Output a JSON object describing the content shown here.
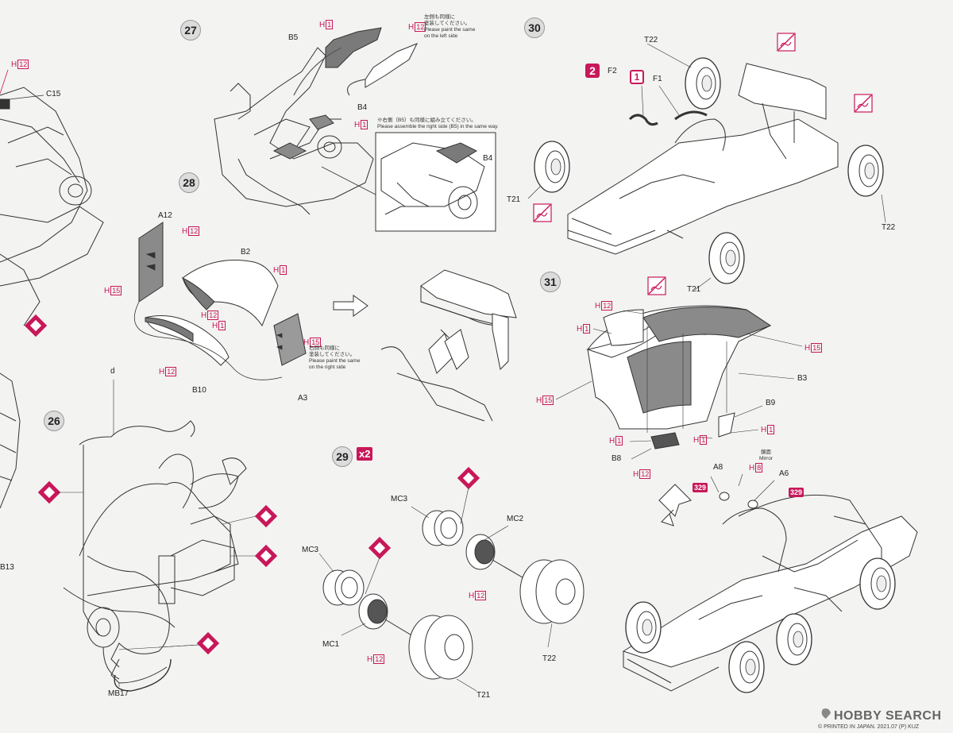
{
  "steps": {
    "s26": "26",
    "s27": "27",
    "s28": "28",
    "s29": "29",
    "s30": "30",
    "s31": "31"
  },
  "multiplier": "x2",
  "sequence": {
    "first": "1",
    "second": "2"
  },
  "parts": {
    "c15": "C15",
    "b13": "B13",
    "d": "d",
    "mb17": "MB17",
    "b5": "B5",
    "b4_main": "B4",
    "b4_inset": "B4",
    "a12": "A12",
    "b2": "B2",
    "b10": "B10",
    "a3": "A3",
    "mc3_top": "MC3",
    "mc2": "MC2",
    "mc3_left": "MC3",
    "mc1": "MC1",
    "t22_29": "T22",
    "t21_29": "T21",
    "f2": "F2",
    "f1": "F1",
    "t22_top": "T22",
    "t22_right": "T22",
    "t21_left": "T21",
    "t21_bottom": "T21",
    "b3": "B3",
    "b9": "B9",
    "b8": "B8",
    "a8": "A8",
    "a6": "A6"
  },
  "paint": {
    "h12_s26": "12",
    "h1_b5": "1",
    "h12_b5": "12",
    "h1_b4": "1",
    "h12_a12": "12",
    "h1_b2": "1",
    "h15_left": "15",
    "h12_mid": "12",
    "h1_mid": "1",
    "h12_b10": "12",
    "h15_a3": "15",
    "h12_mc2": "12",
    "h12_mc1": "12",
    "h12_s31": "12",
    "h1_s31": "1",
    "h15_s31r": "15",
    "h15_s31l": "15",
    "h1_b8": "1",
    "h12_b8": "12",
    "h1_s31c": "1",
    "h1_b9": "1",
    "h8_mirror": "8",
    "letter": "H"
  },
  "notes": {
    "left_same_jp": "左側も同様に",
    "left_same_jp2": "塗装してください。",
    "left_same_en1": "Please paint the same",
    "left_same_en2": "on the left side",
    "right_assemble_jp": "※右側（B5）も同様に組み立てください。",
    "right_assemble_en": "Please assemble the right side (B5) in the same way.",
    "right_paint_jp1": "右側も同様に",
    "right_paint_jp2": "塗装してください。",
    "right_paint_en1": "Please paint the same",
    "right_paint_en2": "on the right side",
    "mirror_jp": "鏡面",
    "mirror_en": "Mirror"
  },
  "decal_tags": {
    "left": "329",
    "right": "329"
  },
  "footer": {
    "brand": "HOBBY SEARCH",
    "printed": "© PRINTED IN JAPAN. 2021.07 (P) KUZ"
  },
  "colors": {
    "accent": "#c8185a",
    "gray_part": "#8a8a8a",
    "ink": "#222222"
  },
  "icons": [
    "cement-mark-icon",
    "no-glue-icon",
    "arrow-right-icon",
    "arrow-down-left-icon"
  ]
}
